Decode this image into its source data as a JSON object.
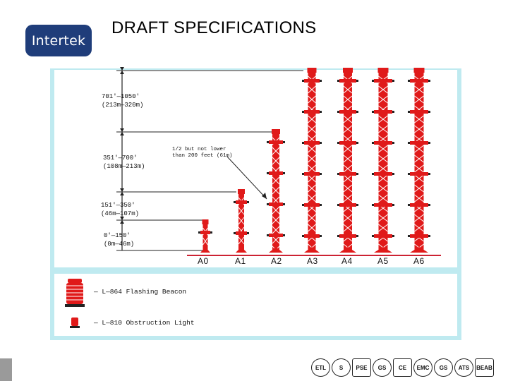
{
  "header": {
    "logo_text": "Intertek",
    "title": "DRAFT SPECIFICATIONS"
  },
  "diagram": {
    "height_ranges": [
      {
        "line1": "701'—1050'",
        "line2": "(213m—320m)"
      },
      {
        "line1": "351'—700'",
        "line2": "(108m—213m)"
      },
      {
        "line1": "151'—350'",
        "line2": "(46m—107m)"
      },
      {
        "line1": "0'—150'",
        "line2": "(0m—46m)"
      }
    ],
    "note": {
      "line1": "1/2 but not lower",
      "line2": "than 200 feet (61m)"
    },
    "towers": [
      "A0",
      "A1",
      "A2",
      "A3",
      "A4",
      "A5",
      "A6"
    ],
    "colors": {
      "tower": "#e01a1a",
      "frame": "#bfeaf0",
      "line": "#222222"
    }
  },
  "legend": [
    {
      "icon": "flashing-beacon-icon",
      "label": "—  L—864  Flashing Beacon"
    },
    {
      "icon": "obstruction-light-icon",
      "label": "—  L—810  Obstruction Light"
    }
  ],
  "footer": {
    "badges": [
      "ETL",
      "S",
      "PSE",
      "GS",
      "CE",
      "EMC",
      "GS",
      "ATS",
      "BEAB"
    ]
  }
}
